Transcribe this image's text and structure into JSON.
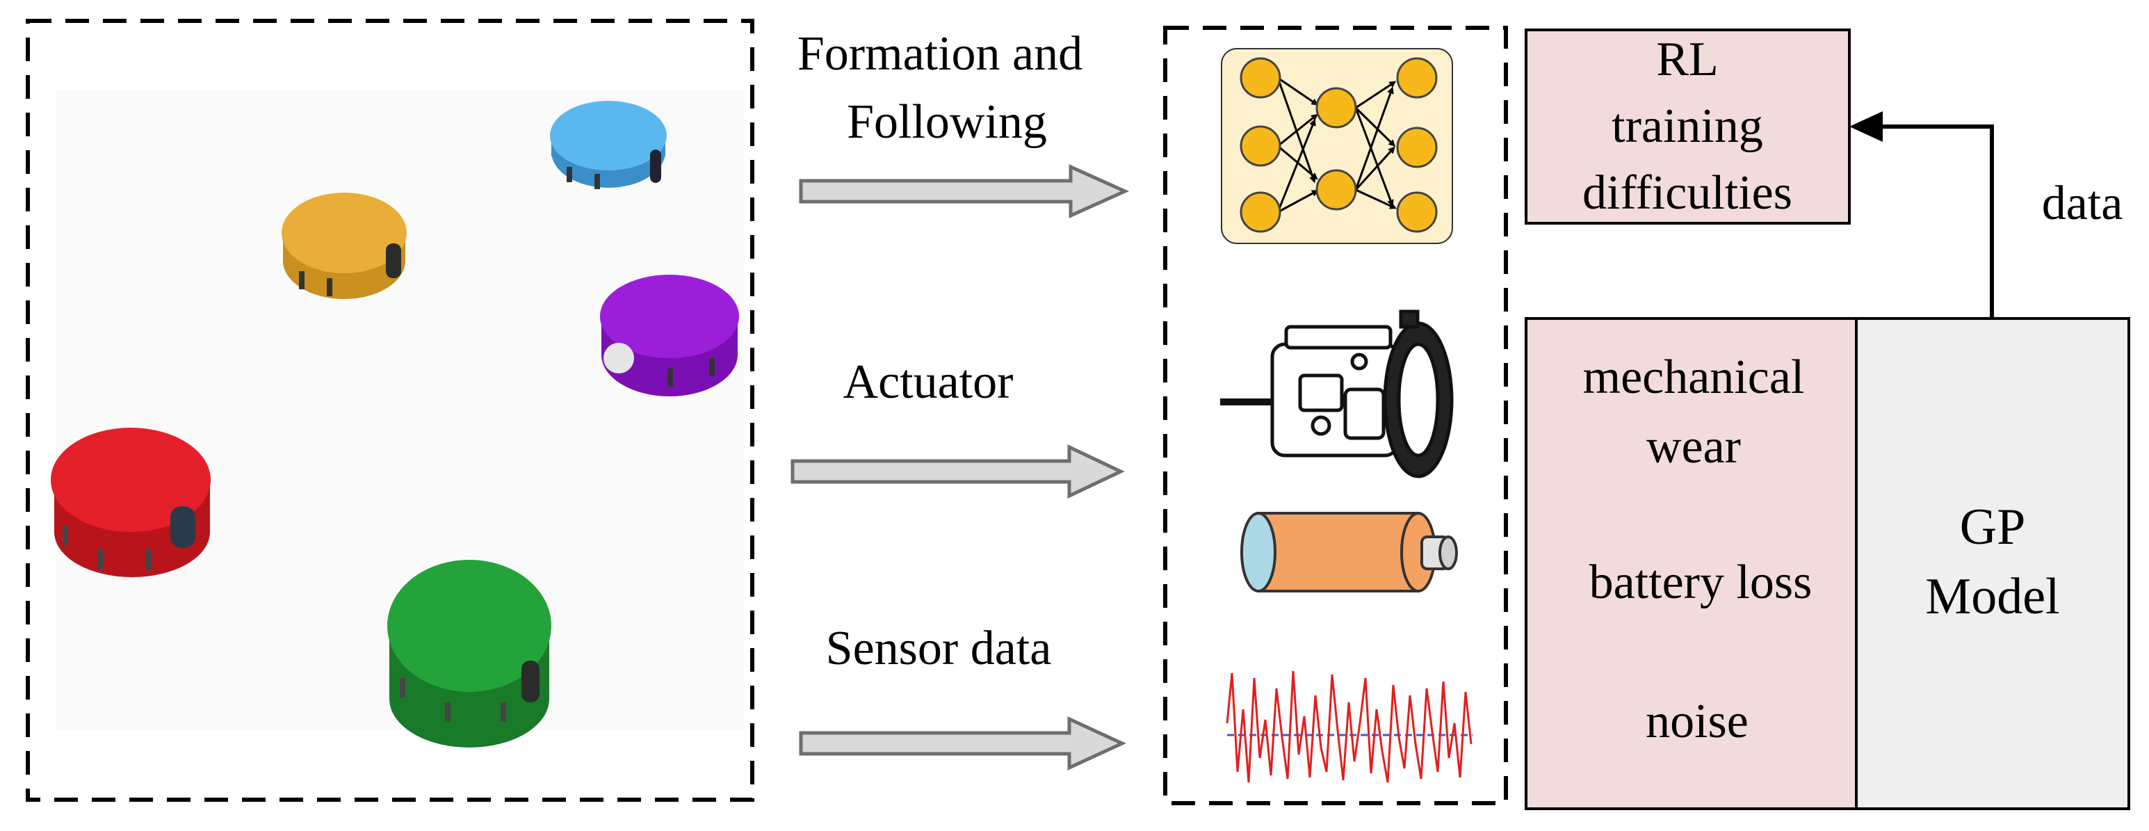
{
  "labels": {
    "formation_line1": "Formation and",
    "formation_line2": "Following",
    "actuator": "Actuator",
    "sensor": "Sensor data",
    "rl_line1": "RL",
    "rl_line2": "training",
    "rl_line3": "difficulties",
    "data": "data",
    "mech_line1": "mechanical",
    "mech_line2": "wear",
    "battery": "battery loss",
    "noise": "noise",
    "gp_line1": "GP",
    "gp_line2": "Model"
  },
  "robots": [
    {
      "name": "blue-robot",
      "color": "#5bb8ef"
    },
    {
      "name": "orange-robot",
      "color": "#e9ad3a"
    },
    {
      "name": "purple-robot",
      "color": "#9b1fd9"
    },
    {
      "name": "red-robot",
      "color": "#e4202a"
    },
    {
      "name": "green-robot",
      "color": "#23a33a"
    }
  ],
  "icons": [
    "neural-network-icon",
    "motor-icon",
    "battery-icon",
    "noise-signal-icon"
  ],
  "colors": {
    "pink_box": "#f2dcdb",
    "gp_box": "#efefef",
    "nn_bg": "#fdf0cc",
    "nn_node": "#f7b81b",
    "battery_body": "#f4a261",
    "battery_cap": "#add8e6",
    "noise_line": "#e02020",
    "noise_mean": "#3b5bdb",
    "arrow_fill": "#d9d9d9"
  }
}
